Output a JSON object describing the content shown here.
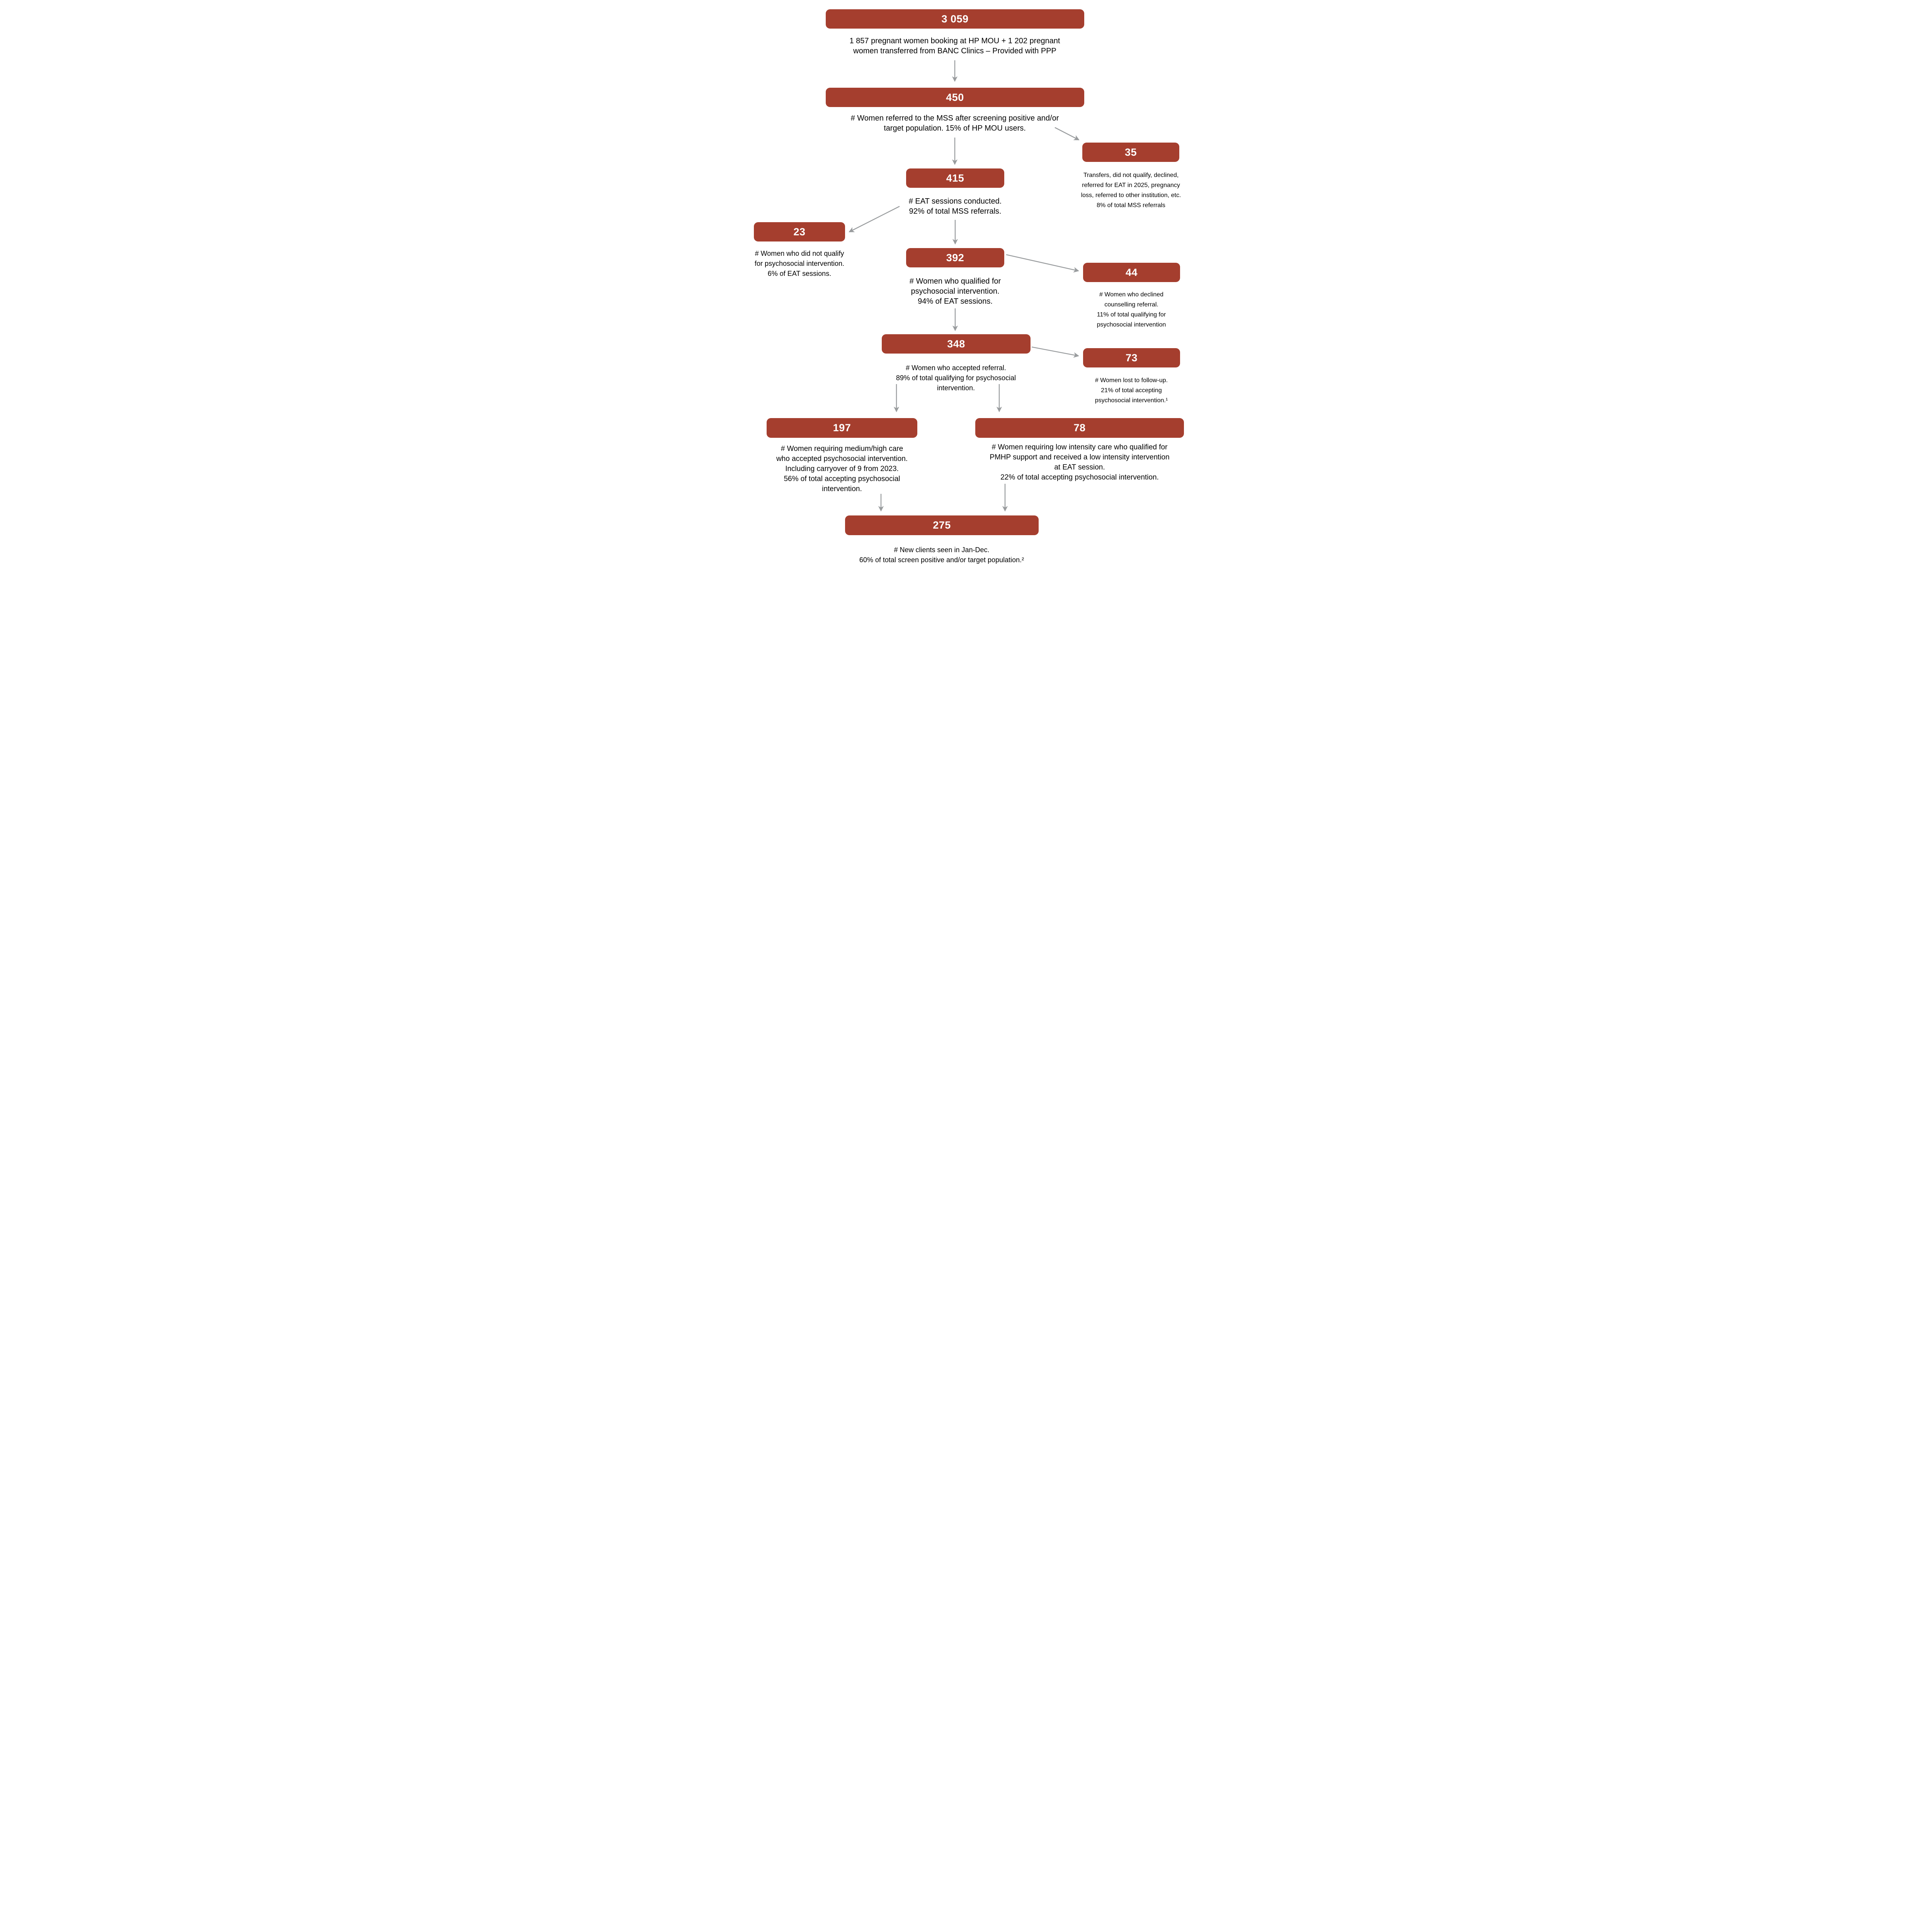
{
  "title": "Screening and referral cascade flowchart",
  "colors": {
    "box_fill": "#A53E2E",
    "box_text": "#FFFFFF",
    "caption_text": "#000000",
    "arrow": "#999C9E"
  },
  "nodes": {
    "total": {
      "value": "3 059",
      "caption": [
        "1 857 pregnant women booking at HP MOU + 1 202 pregnant",
        "women transferred from BANC Clinics – Provided with PPP"
      ]
    },
    "referred": {
      "value": "450",
      "caption": [
        "# Women referred to the MSS after screening positive and/or",
        "target population. 15% of HP MOU users."
      ]
    },
    "not_seen": {
      "value": "35",
      "caption": [
        "Transfers, did not qualify, declined,",
        "referred for EAT in 2025, pregnancy",
        "loss, referred to other institution, etc.",
        "8% of total MSS referrals"
      ]
    },
    "eat_sessions": {
      "value": "415",
      "caption": [
        "# EAT sessions conducted.",
        "92% of total MSS referrals."
      ]
    },
    "not_qualify": {
      "value": "23",
      "caption": [
        "# Women who did not qualify",
        "for psychosocial intervention.",
        "6% of EAT sessions."
      ]
    },
    "qualified": {
      "value": "392",
      "caption": [
        "# Women who qualified for",
        "psychosocial intervention.",
        "94% of EAT sessions."
      ]
    },
    "declined": {
      "value": "44",
      "caption": [
        "# Women who declined",
        "counselling referral.",
        "11% of total qualifying for",
        "psychosocial intervention"
      ]
    },
    "accepted": {
      "value": "348",
      "caption": [
        "# Women who accepted referral.",
        "89% of total qualifying for psychosocial",
        "intervention."
      ]
    },
    "lost_followup": {
      "value": "73",
      "caption": [
        "# Women lost to follow-up.",
        "21% of total accepting",
        "psychosocial intervention.¹"
      ]
    },
    "medium_high": {
      "value": "197",
      "caption": [
        "# Women requiring medium/high care",
        "who accepted psychosocial intervention.",
        "Including carryover of 9 from 2023.",
        "56% of total accepting psychosocial",
        "intervention."
      ]
    },
    "low_intensity": {
      "value": "78",
      "caption": [
        "# Women requiring low intensity care who qualified for",
        "PMHP support and received a low intensity intervention",
        "at EAT session.",
        "22% of total accepting psychosocial intervention."
      ]
    },
    "new_clients": {
      "value": "275",
      "caption": [
        "# New clients seen in Jan-Dec.",
        "60% of total screen positive and/or target population.²"
      ]
    }
  }
}
